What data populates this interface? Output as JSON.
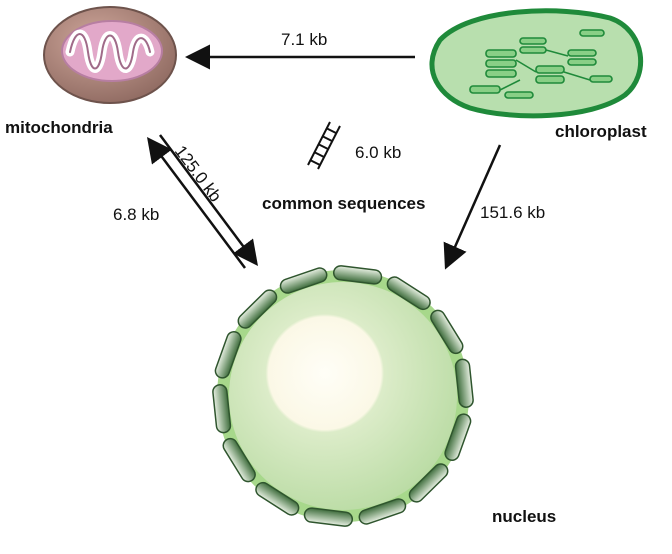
{
  "labels": {
    "mitochondria": "mitochondria",
    "chloroplast": "chloroplast",
    "nucleus": "nucleus",
    "common_sequences": "common sequences"
  },
  "transfers": {
    "chloroplast_to_mitochondria": "7.1 kb",
    "mitochondria_to_nucleus": "125.0 kb",
    "nucleus_to_mitochondria": "6.8 kb",
    "chloroplast_to_nucleus": "151.6 kb",
    "common_sequences_size": "6.0 kb"
  },
  "colors": {
    "mito_outer": "#a9867c",
    "mito_inner": "#e7a6d2",
    "chloro_fill": "#b8dfae",
    "chloro_stroke": "#1f8a3a",
    "nucleus_fill": "#c9e5b8",
    "nucleus_rim": "#9fd27e",
    "pore": "#5f8a5a"
  }
}
